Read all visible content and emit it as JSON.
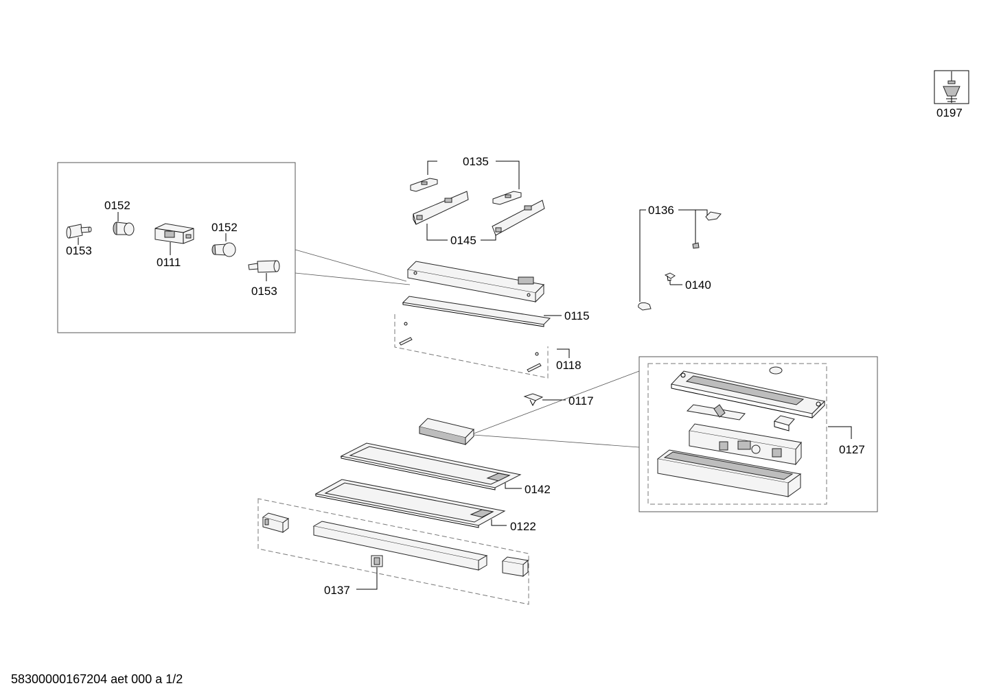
{
  "document_id": "58300000167204 aet 000 a 1/2",
  "parts": {
    "p0197": "0197",
    "p0135": "0135",
    "p0145": "0145",
    "p0136": "0136",
    "p0140": "0140",
    "p0152a": "0152",
    "p0152b": "0152",
    "p0153a": "0153",
    "p0153b": "0153",
    "p0111": "0111",
    "p0115": "0115",
    "p0118": "0118",
    "p0117": "0117",
    "p0127": "0127",
    "p0142": "0142",
    "p0122": "0122",
    "p0137": "0137"
  }
}
